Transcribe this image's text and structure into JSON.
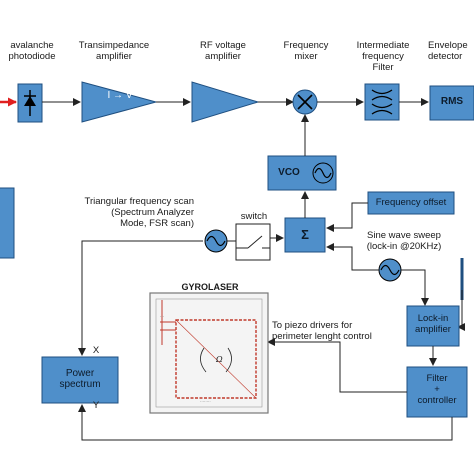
{
  "labels": {
    "avalanche": "avalanche",
    "photodiode": "photodiode",
    "transimpedance": "Transimpedance",
    "amplifier": "amplifier",
    "rf_voltage": "RF voltage",
    "rf_amplifier": "amplifier",
    "frequency": "Frequency",
    "mixer": "mixer",
    "intermediate": "Intermediate",
    "int_frequency": "frequency",
    "filter": "Filter",
    "envelope": "Envelope",
    "detector": "detector",
    "triangular_1": "Triangular frequency scan",
    "triangular_2": "(Spectrum Analyzer",
    "triangular_3": "Mode, FSR scan)",
    "switch": "switch",
    "sine_1": "Sine wave sweep",
    "sine_2": "(lock-in @20KHz)",
    "piezo_1": "To piezo drivers for",
    "piezo_2": "perimeter lenght control",
    "gyrolaser": "GYROLASER",
    "x": "X",
    "y": "Y"
  },
  "blocks": {
    "iv": "I → V",
    "rms": "RMS",
    "vco": "VCO",
    "sigma": "Σ",
    "freq_offset": "Frequency offset",
    "lockin_1": "Lock-in",
    "lockin_2": "amplifier",
    "filter_1": "Filter",
    "filter_2": "+",
    "filter_3": "controller",
    "power_1": "Power",
    "power_2": "spectrum"
  },
  "colors": {
    "block_fill": "#4f8fca",
    "block_stroke": "#1f4f80",
    "laser_beam": "#c0392b",
    "input_arrow": "#e02020",
    "line": "#222222"
  }
}
